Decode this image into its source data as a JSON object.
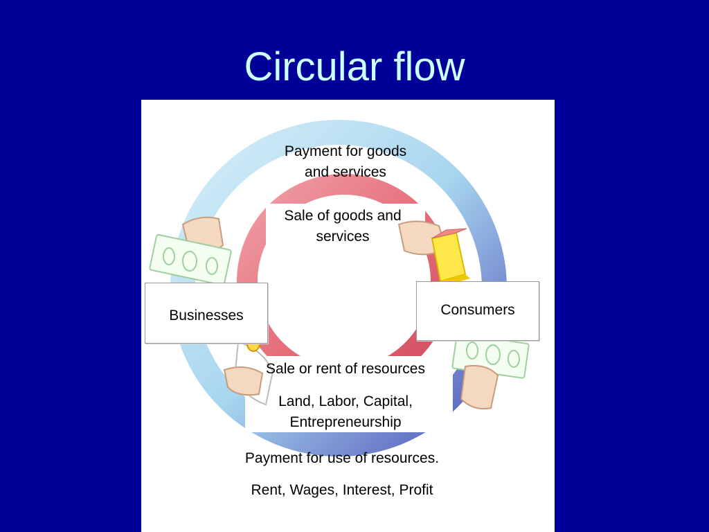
{
  "title": "Circular flow",
  "diagram": {
    "nodes": {
      "businesses": "Businesses",
      "consumers": "Consumers"
    },
    "flows": {
      "payment_goods_line1": "Payment for goods",
      "payment_goods_line2": "and services",
      "sale_goods_line1": "Sale of goods and",
      "sale_goods_line2": "services",
      "sale_resources": "Sale or rent of resources",
      "factors_line1": "Land, Labor, Capital,",
      "factors_line2": "Entrepreneurship",
      "payment_resources": "Payment for use of resources.",
      "factor_incomes": "Rent, Wages, Interest, Profit"
    },
    "colors": {
      "background": "#000099",
      "title": "#ccffff",
      "money_flow": "#a8d8f0",
      "goods_flow": "#e8707c"
    }
  }
}
